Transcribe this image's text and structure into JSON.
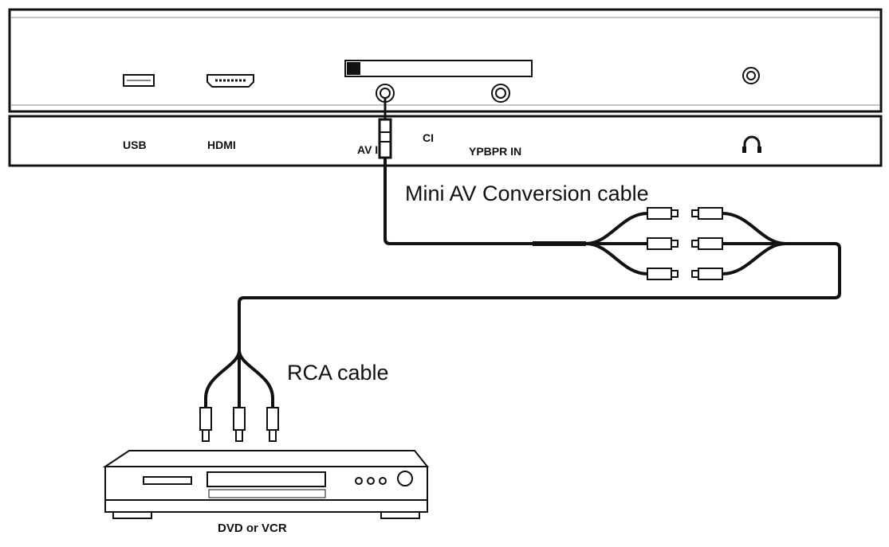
{
  "tv_panel": {
    "port_labels": {
      "usb": "USB",
      "hdmi": "HDMI",
      "av_in": "AV IN",
      "ci": "CI",
      "ypbpr_in": "YPBPR IN"
    },
    "headphone_symbol": "headphone-icon"
  },
  "cables": {
    "mini_av": "Mini AV Conversion cable",
    "rca": "RCA cable"
  },
  "device": {
    "label": "DVD or VCR"
  },
  "colors": {
    "line": "#111111",
    "background": "#ffffff"
  }
}
